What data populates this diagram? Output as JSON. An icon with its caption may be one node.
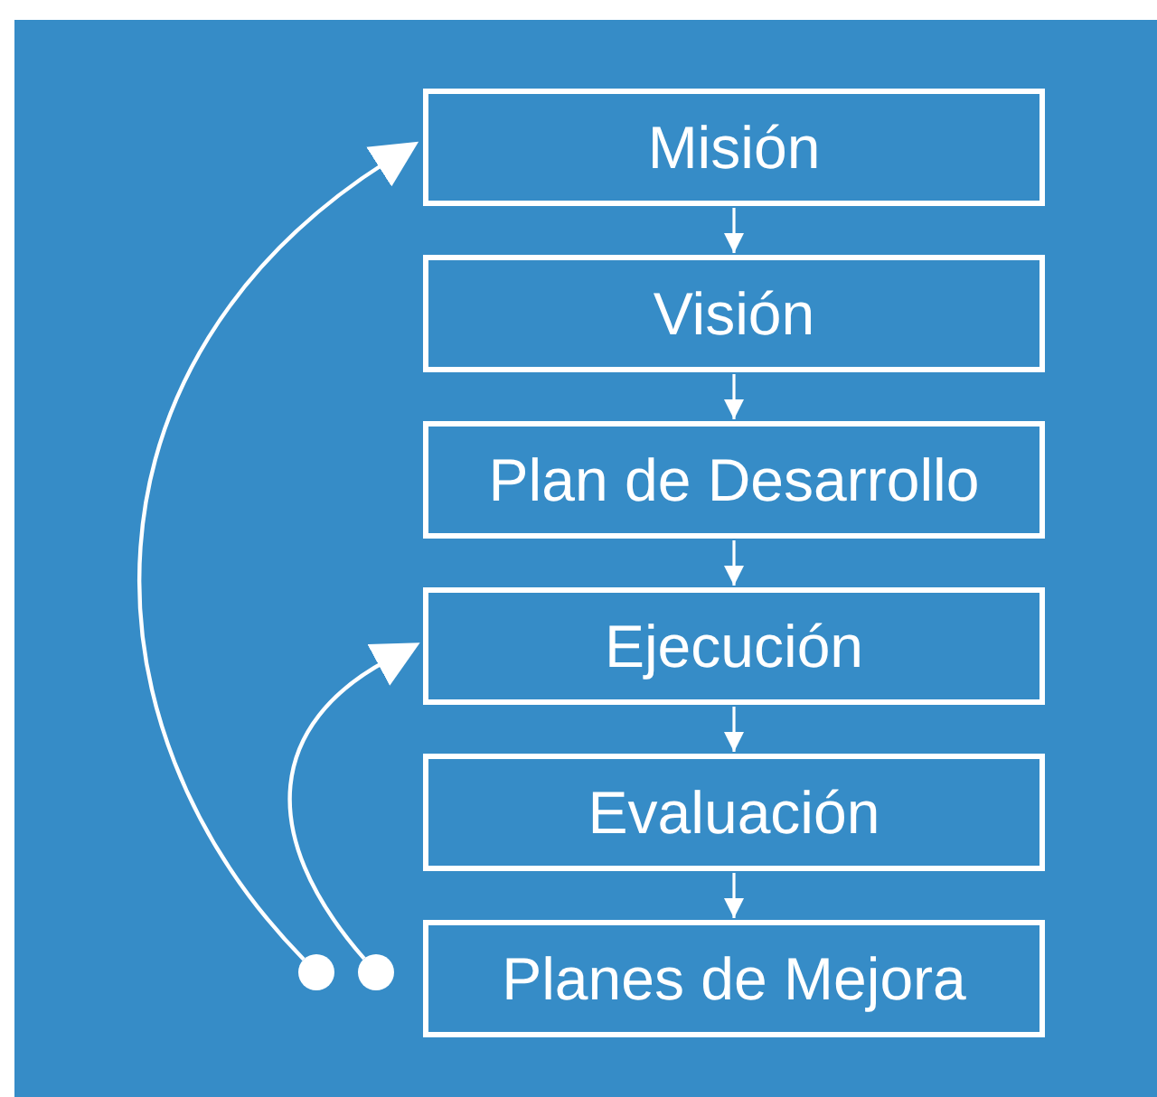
{
  "diagram": {
    "nodes": [
      {
        "text": [
          "Misión"
        ]
      },
      {
        "text": [
          "Visión"
        ]
      },
      {
        "text": [
          "Plan de Desarrollo"
        ]
      },
      {
        "text": [
          "Ejecución"
        ]
      },
      {
        "text": [
          "Evaluación"
        ]
      },
      {
        "text": [
          "Planes de Mejora"
        ]
      },
      {
        "text": [],
        "shape": "circle"
      },
      {
        "text": [],
        "shape": "circle"
      }
    ],
    "edges": [
      {
        "from": 0,
        "to": 1,
        "arrow": "to"
      },
      {
        "from": 1,
        "to": 2,
        "arrow": "to"
      },
      {
        "from": 2,
        "to": 3,
        "arrow": "to"
      },
      {
        "from": 3,
        "to": 4,
        "arrow": "to"
      },
      {
        "from": 4,
        "to": 5,
        "arrow": "to"
      },
      {
        "from": 6,
        "to": 0,
        "arrow": "to"
      },
      {
        "from": 7,
        "to": 3,
        "arrow": "to"
      }
    ]
  }
}
